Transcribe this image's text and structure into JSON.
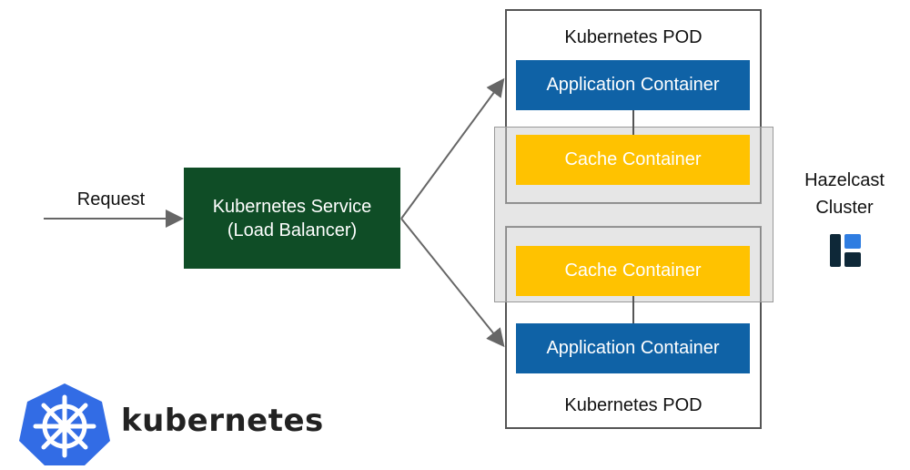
{
  "request_label": "Request",
  "service": {
    "line1": "Kubernetes Service",
    "line2": "(Load Balancer)"
  },
  "pods": [
    {
      "title": "Kubernetes POD",
      "app": "Application Container",
      "cache": "Cache Container"
    },
    {
      "title": "Kubernetes POD",
      "app": "Application Container",
      "cache": "Cache Container"
    }
  ],
  "cluster": {
    "line1": "Hazelcast",
    "line2": "Cluster"
  },
  "kubernetes_logo_text": "kubernetes",
  "icons": {
    "kubernetes": "kubernetes-helm-icon",
    "hazelcast": "hazelcast-logo-icon"
  },
  "colors": {
    "app": "#0f62a6",
    "cache": "#ffc200",
    "service": "#0f4d26",
    "cluster_overlay": "#c8c8c8"
  }
}
